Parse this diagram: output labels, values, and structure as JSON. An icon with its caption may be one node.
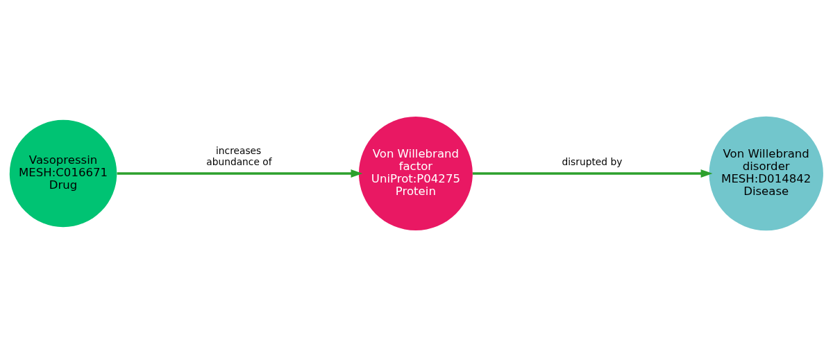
{
  "diagram": {
    "nodes": [
      {
        "text": [
          "Vasopressin",
          "MESH:C016671",
          "Drug"
        ]
      },
      {
        "text": [
          "Von Willebrand factor",
          "UniProt:P04275",
          "Protein"
        ]
      },
      {
        "text": [
          "Von Willebrand disorder",
          "MESH:D014842",
          "Disease"
        ]
      }
    ],
    "edges": [
      {
        "from": 0,
        "to": 1,
        "arrow": "to",
        "label": "increases abundance of"
      },
      {
        "from": 1,
        "to": 2,
        "arrow": "to",
        "label": "disrupted by"
      }
    ]
  }
}
